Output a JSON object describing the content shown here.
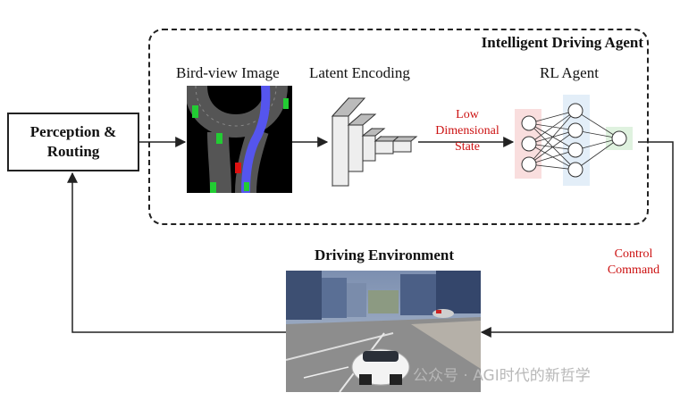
{
  "agent": {
    "title": "Intelligent Driving Agent"
  },
  "perception": {
    "line1": "Perception &",
    "line2": "Routing"
  },
  "birdview": {
    "label": "Bird-view Image"
  },
  "latent": {
    "label": "Latent Encoding"
  },
  "state": {
    "line1": "Low",
    "line2": "Dimensional",
    "line3": "State"
  },
  "rl": {
    "label": "RL Agent"
  },
  "control": {
    "line1": "Control",
    "line2": "Command"
  },
  "environment": {
    "label": "Driving Environment"
  },
  "watermark": {
    "text": "公众号 · AGI时代的新哲学"
  },
  "colors": {
    "red_text": "#cc1111",
    "route": "#5555ee",
    "vehicle_green": "#22cc33",
    "ego": "#dd1111"
  }
}
